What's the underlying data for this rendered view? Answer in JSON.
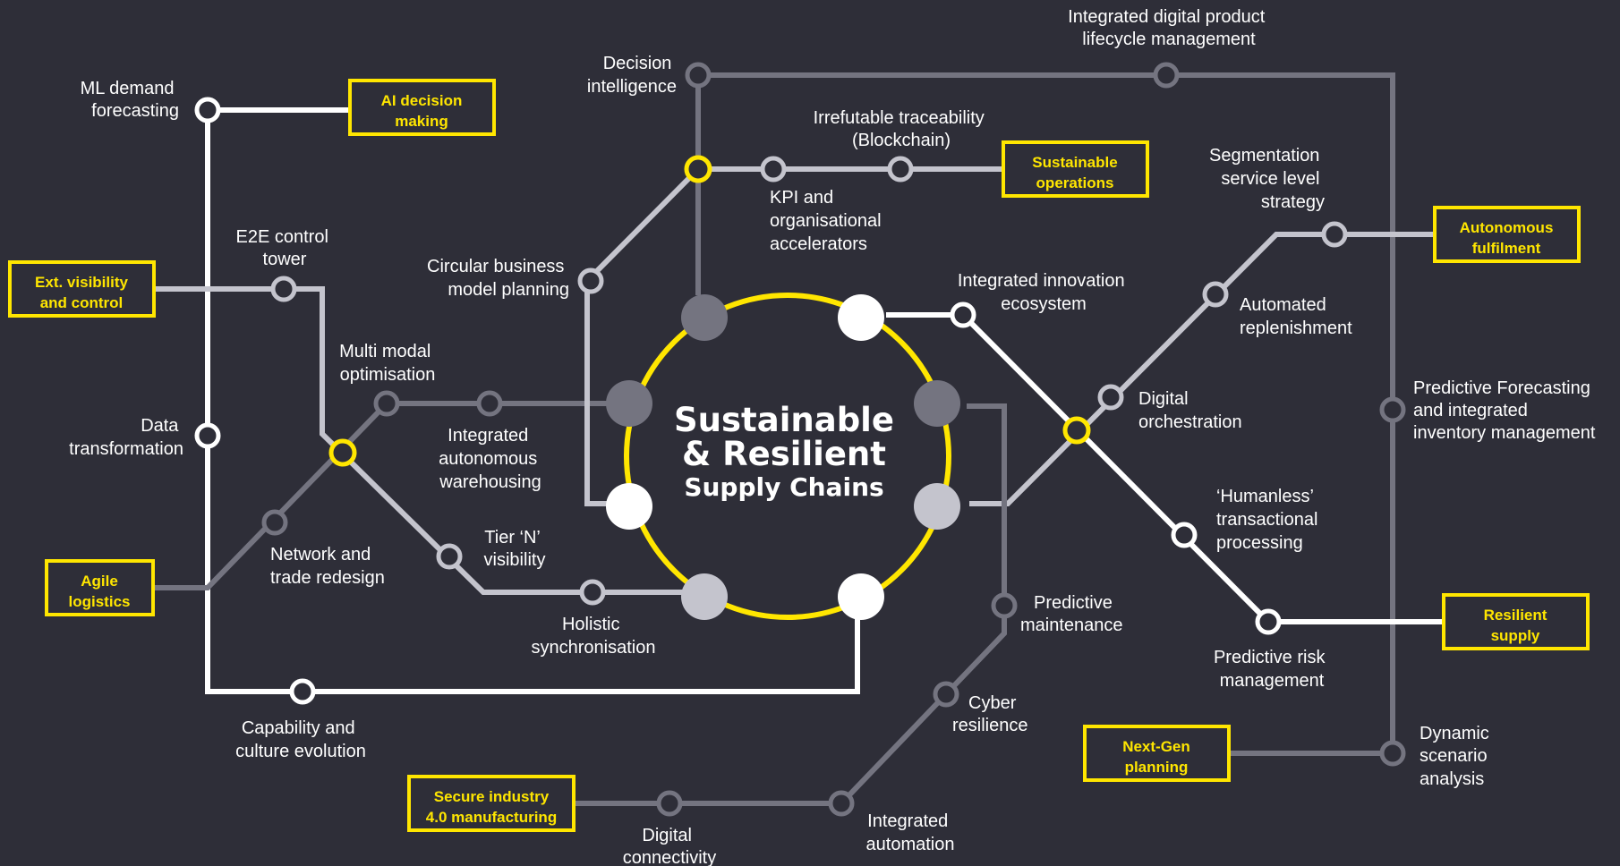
{
  "colors": {
    "background": "#2e2e38",
    "accent_yellow": "#ffe600",
    "line_white": "#ffffff",
    "line_light": "#c4c4cd",
    "line_gray": "#747480"
  },
  "center": {
    "line1": "Sustainable",
    "line2": "& Resilient",
    "line3": "Supply Chains"
  },
  "boxes": {
    "ai_decision": [
      "AI decision",
      "making"
    ],
    "ext_visibility": [
      "Ext. visibility",
      "and control"
    ],
    "agile_logistics": [
      "Agile",
      "logistics"
    ],
    "sustainable_ops": [
      "Sustainable",
      "operations"
    ],
    "autonomous_fulfilment": [
      "Autonomous",
      "fulfilment"
    ],
    "resilient_supply": [
      "Resilient",
      "supply"
    ],
    "next_gen": [
      "Next-Gen",
      "planning"
    ],
    "secure_industry": [
      "Secure industry",
      "4.0 manufacturing"
    ]
  },
  "stations": {
    "ml_demand": [
      "ML demand",
      "forecasting"
    ],
    "e2e_control": [
      "E2E control",
      "tower"
    ],
    "data_transformation": [
      "Data",
      "transformation"
    ],
    "multi_modal": [
      "Multi modal",
      "optimisation"
    ],
    "integrated_warehousing": [
      "Integrated",
      "autonomous",
      "warehousing"
    ],
    "network_trade": [
      "Network and",
      "trade redesign"
    ],
    "tier_n": [
      "Tier ‘N’",
      "visibility"
    ],
    "holistic_sync": [
      "Holistic",
      "synchronisation"
    ],
    "capability_culture": [
      "Capability and",
      "culture evolution"
    ],
    "decision_intelligence": [
      "Decision",
      "intelligence"
    ],
    "digital_plm": [
      "Integrated digital product",
      "lifecycle management"
    ],
    "traceability": [
      "Irrefutable traceability",
      "(Blockchain)"
    ],
    "kpi": [
      "KPI and",
      "organisational",
      "accelerators"
    ],
    "circular_business": [
      "Circular business",
      "model planning"
    ],
    "innovation_ecosystem": [
      "Integrated innovation",
      "ecosystem"
    ],
    "segmentation": [
      "Segmentation",
      "service level",
      "strategy"
    ],
    "automated_replenishment": [
      "Automated",
      "replenishment"
    ],
    "digital_orchestration": [
      "Digital",
      "orchestration"
    ],
    "predictive_forecasting": [
      "Predictive Forecasting",
      "and integrated",
      "inventory management"
    ],
    "humanless": [
      "‘Humanless’",
      "transactional",
      "processing"
    ],
    "predictive_risk": [
      "Predictive risk",
      "management"
    ],
    "predictive_maintenance": [
      "Predictive",
      "maintenance"
    ],
    "cyber_resilience": [
      "Cyber",
      "resilience"
    ],
    "dynamic_scenario": [
      "Dynamic",
      "scenario",
      "analysis"
    ],
    "integrated_automation": [
      "Integrated",
      "automation"
    ],
    "digital_connectivity": [
      "Digital",
      "connectivity"
    ]
  }
}
